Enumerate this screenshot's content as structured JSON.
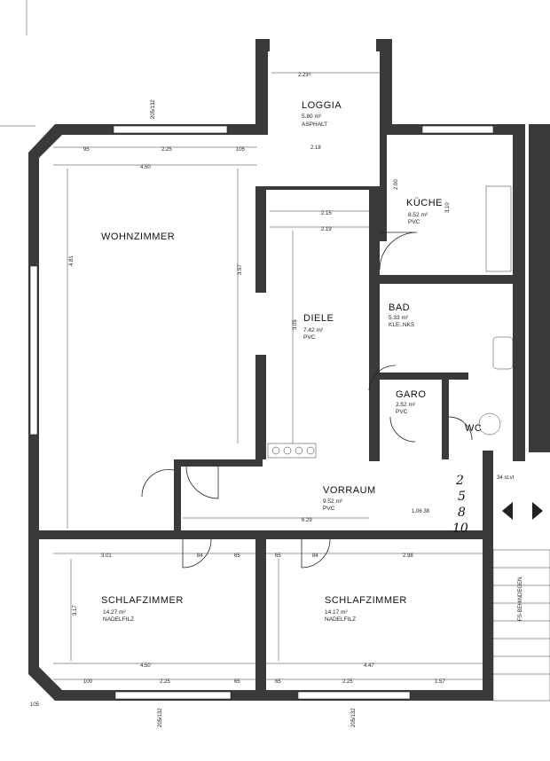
{
  "rooms": {
    "loggia": {
      "name": "LOGGIA",
      "area": "5.80 m²",
      "floor": "ASPHALT"
    },
    "kueche": {
      "name": "KÜCHE",
      "area": "8.52 m²",
      "floor": "PVC"
    },
    "wohnzimmer": {
      "name": "WOHNZIMMER"
    },
    "diele": {
      "name": "DIELE",
      "area": "7.42 m²",
      "floor": "PVC"
    },
    "bad": {
      "name": "BAD",
      "area": "5.33 m²",
      "floor": "KLE..NKS"
    },
    "garo": {
      "name": "GARO",
      "area": "2.52 m²",
      "floor": "PVC"
    },
    "wc": {
      "name": "WC"
    },
    "vorraum": {
      "name": "VORRAUM",
      "area": "9.52 m²",
      "floor": "PVC"
    },
    "schlafzimmer1": {
      "name": "SCHLAFZIMMER",
      "area": "14.27 m²",
      "floor": "NADELFILZ"
    },
    "schlafzimmer2": {
      "name": "SCHLAFZIMMER",
      "area": "14.17 m²",
      "floor": "NADELFILZ"
    }
  },
  "dimensions": {
    "loggia_top": "2.23⁵",
    "wohn_top_1": "95",
    "wohn_top_2": "2.25",
    "wohn_top_3": "105",
    "wohn_width": "4.50",
    "wohn_height": "4.81",
    "wohn_inner": "3.57",
    "diele_w1": "2.15",
    "diele_w2": "2.19",
    "diele_h": "3.05",
    "loggia_w": "2.18",
    "kueche_h": "3.10",
    "kueche_w": "2.00",
    "vorraum_w": "6.29",
    "schlaf1_w": "4.50",
    "schlaf1_h": "3.17",
    "schlaf2_w": "4.47",
    "schlaf_bottom_1": "100",
    "schlaf_bottom_2": "2.25",
    "schlaf_bottom_3": "65",
    "schlaf_bottom_4": "65",
    "schlaf_bottom_5": "2.25",
    "schlaf_bottom_6": "1.57",
    "schlaf_top_1": "3.01",
    "schlaf_top_2": "84",
    "schlaf_top_3": "65",
    "schlaf_top_4": "65",
    "schlaf_top_5": "84",
    "schlaf_top_6": "2.98",
    "left_window": "205/132",
    "bottom_window_1": "205/132",
    "bottom_window_2": "205/132",
    "corner": "105",
    "gaz_label": "1.06 38",
    "stair_label": "FS-BEHINDEGEN"
  },
  "handwritten": [
    "2",
    "5",
    "8",
    "10"
  ],
  "stair_note": "34 st.vt"
}
